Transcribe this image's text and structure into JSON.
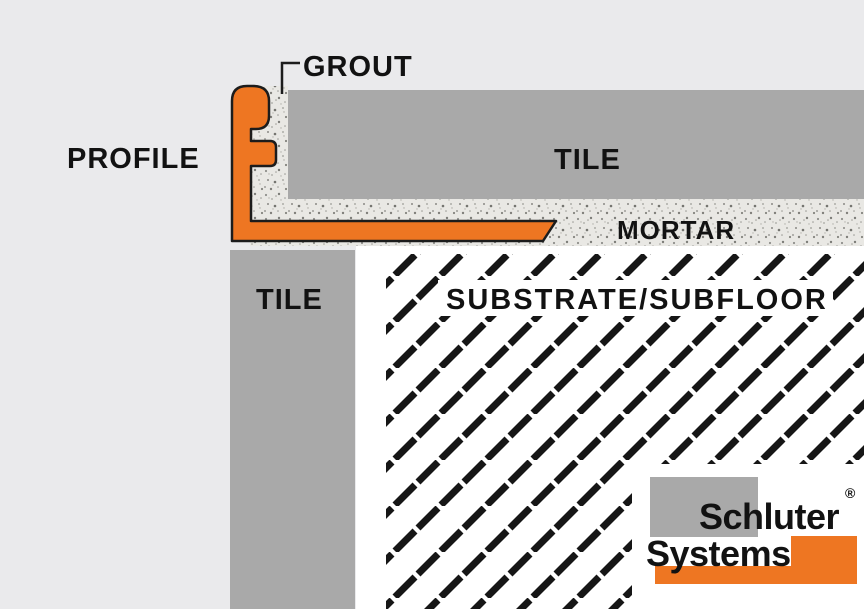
{
  "colors": {
    "background": "#eaeaec",
    "tile": "#a9a9a9",
    "profile": "#ee7622",
    "outline": "#1c1c1c",
    "text": "#121212",
    "substrate_bg": "#ffffff",
    "logo_gray": "#a9a9a9",
    "logo_orange": "#ee7622"
  },
  "labels": {
    "grout": "GROUT",
    "profile": "PROFILE",
    "tile_top": "TILE",
    "mortar": "MORTAR",
    "tile_left": "TILE",
    "substrate": "SUBSTRATE/SUBFLOOR"
  },
  "logo": {
    "line1": "Schluter",
    "registered": "®",
    "line2": "Systems"
  }
}
